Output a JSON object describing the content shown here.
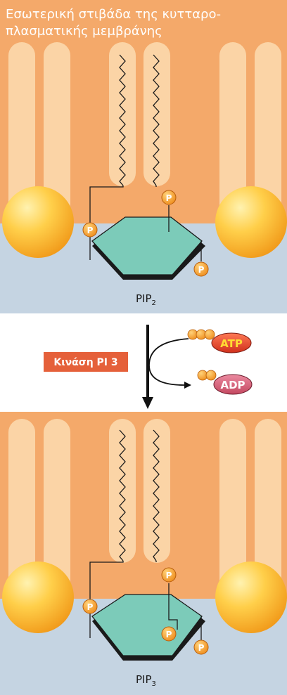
{
  "header": {
    "line1": "Εσωτερική στιβάδα της κυτταρο-",
    "line2": "πλασματικής μεμβράνης"
  },
  "top_panel": {
    "label_base": "PIP",
    "label_sub": "2",
    "phosphate": "P"
  },
  "reaction": {
    "enzyme": "Κινάση PI 3",
    "atp": "ATP",
    "adp": "ADP"
  },
  "bottom_panel": {
    "label_base": "PIP",
    "label_sub": "3",
    "phosphate": "P"
  },
  "colors": {
    "membrane_orange": "#f4a96a",
    "lipid_tail": "#fbd4a6",
    "cytosol_blue": "#c5d4e2",
    "inositol_teal": "#7ccbb9",
    "head_gold": "#f7b731",
    "phosphate_orange": "#f39a2a",
    "enzyme_box": "#e5603a",
    "atp_red": "#e23a26",
    "adp_pink": "#d7566c"
  }
}
